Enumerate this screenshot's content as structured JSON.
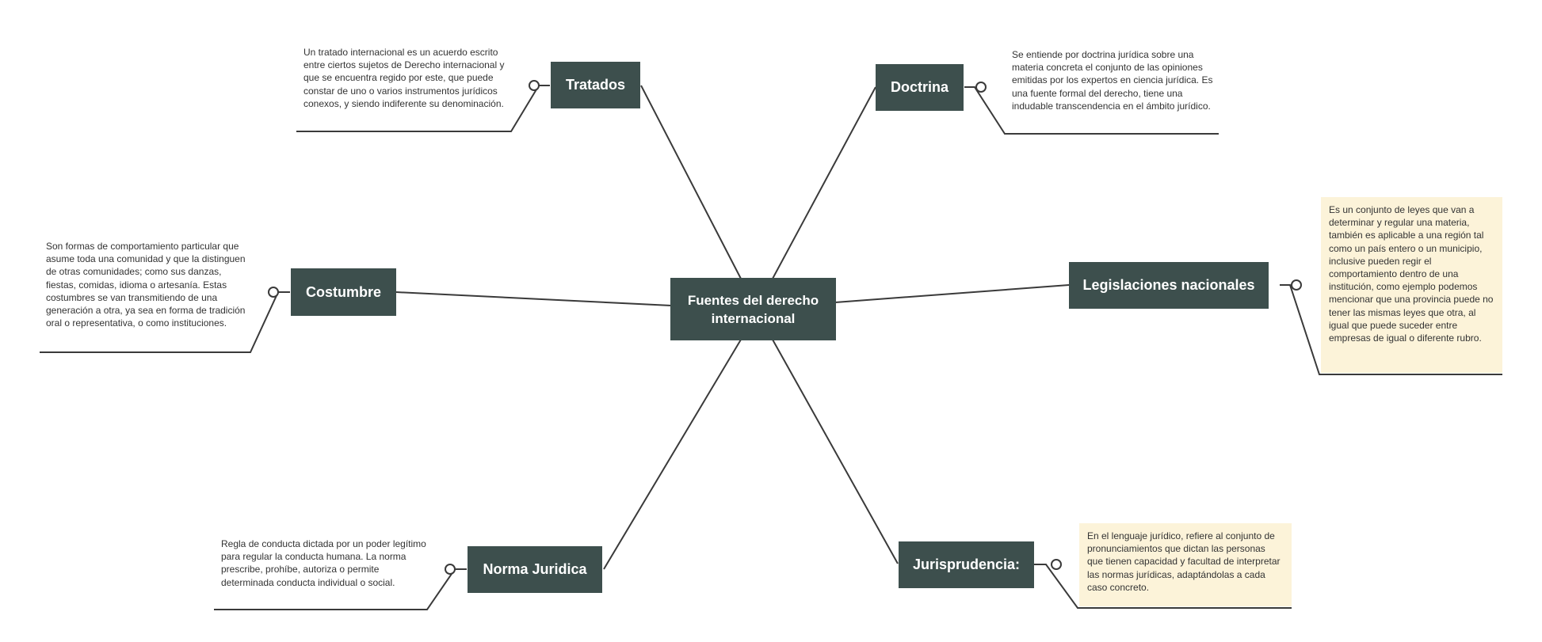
{
  "colors": {
    "node_fill": "#3d4f4d",
    "node_text": "#ffffff",
    "line": "#3a3a3a",
    "highlight_note_bg": "#fcf3d9",
    "note_text": "#333333",
    "canvas_bg": "#ffffff"
  },
  "central": {
    "label": "Fuentes del derecho internacional"
  },
  "topics": {
    "tratados": {
      "label": "Tratados",
      "note": "Un tratado internacional es un acuerdo escrito entre ciertos sujetos de Derecho internacional y que se encuentra regido por este, que puede constar de uno o varios instrumentos jurídicos conexos, y siendo indiferente su denominación."
    },
    "doctrina": {
      "label": "Doctrina",
      "note": "Se entiende por doctrina jurídica sobre una materia concreta el conjunto de las opiniones emitidas por los expertos en ciencia jurídica. Es una fuente formal del derecho, tiene una indudable transcendencia en el ámbito jurídico."
    },
    "costumbre": {
      "label": "Costumbre",
      "note": "Son formas de comportamiento particular que asume toda una comunidad y que la distinguen de otras comunidades; como sus danzas, fiestas, comidas, idioma o artesanía. Estas costumbres se van transmitiendo de una generación a otra, ya sea en forma de tradición oral o representativa, o como instituciones."
    },
    "legislaciones": {
      "label": "Legislaciones nacionales",
      "note": "Es un conjunto de leyes que van a determinar y regular una materia, también es aplicable a una región tal como un país entero o un municipio, inclusive pueden regir el comportamiento dentro de una institución, como ejemplo podemos mencionar que una provincia puede no tener las mismas leyes que otra, al igual que puede suceder entre empresas de igual o diferente rubro."
    },
    "norma": {
      "label": "Norma Juridica",
      "note": "Regla de conducta dictada por un poder legítimo para regular la conducta humana. La norma prescribe, prohíbe, autoriza o permite determinada conducta individual o social."
    },
    "jurisprudencia": {
      "label": "Jurisprudencia:",
      "note": "En el lenguaje jurídico, refiere al conjunto de pronunciamientos que dictan las personas que tienen capacidad y facultad de interpretar las normas jurídicas, adaptándolas a cada caso concreto."
    }
  }
}
